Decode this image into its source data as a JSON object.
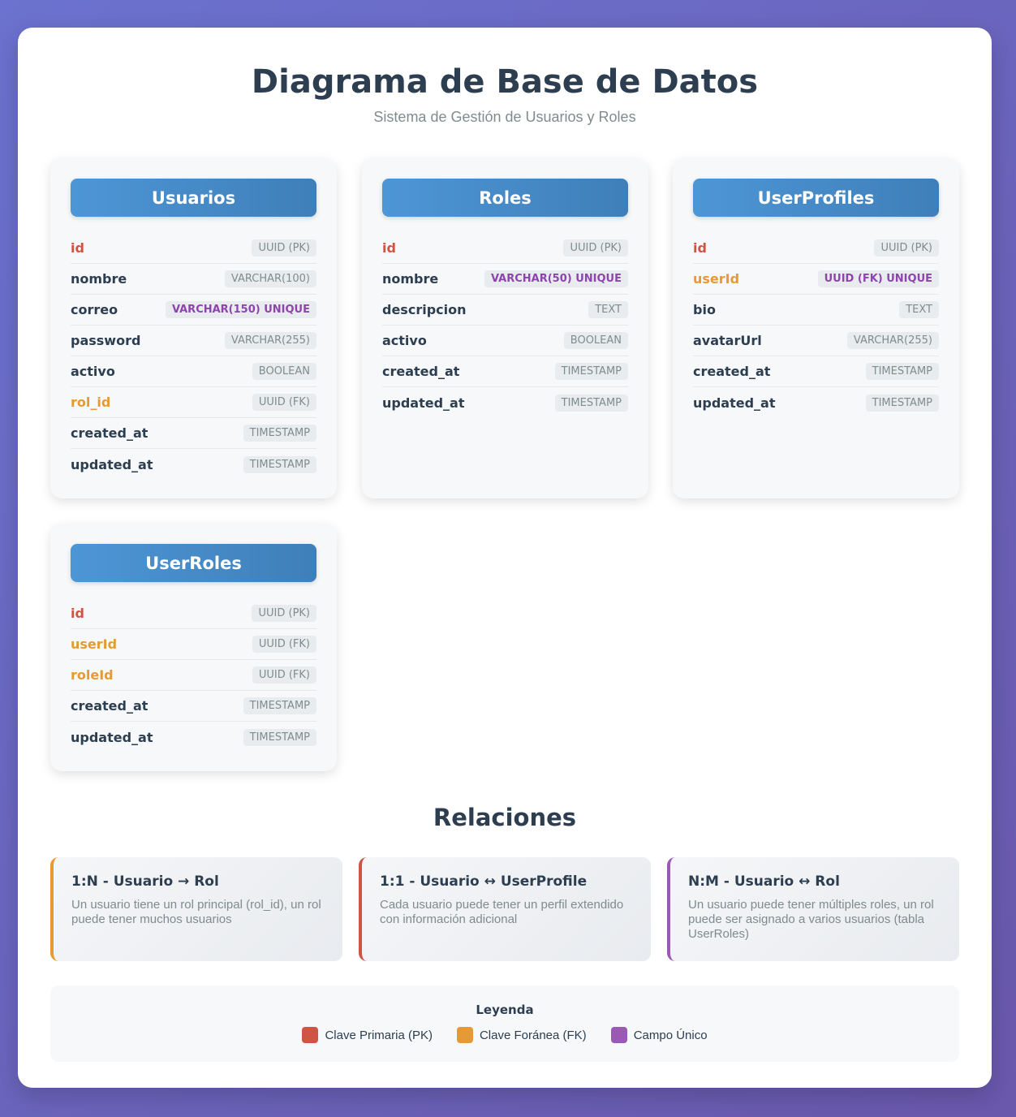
{
  "header": {
    "title": "Diagrama de Base de Datos",
    "subtitle": "Sistema de Gestión de Usuarios y Roles"
  },
  "tables": [
    {
      "name": "Usuarios",
      "fields": [
        {
          "name": "id",
          "type": "UUID (PK)",
          "kind": "pk"
        },
        {
          "name": "nombre",
          "type": "VARCHAR(100)",
          "kind": ""
        },
        {
          "name": "correo",
          "type": "VARCHAR(150) UNIQUE",
          "kind": "",
          "unique": true
        },
        {
          "name": "password",
          "type": "VARCHAR(255)",
          "kind": ""
        },
        {
          "name": "activo",
          "type": "BOOLEAN",
          "kind": ""
        },
        {
          "name": "rol_id",
          "type": "UUID (FK)",
          "kind": "fk"
        },
        {
          "name": "created_at",
          "type": "TIMESTAMP",
          "kind": ""
        },
        {
          "name": "updated_at",
          "type": "TIMESTAMP",
          "kind": ""
        }
      ]
    },
    {
      "name": "Roles",
      "fields": [
        {
          "name": "id",
          "type": "UUID (PK)",
          "kind": "pk"
        },
        {
          "name": "nombre",
          "type": "VARCHAR(50) UNIQUE",
          "kind": "",
          "unique": true
        },
        {
          "name": "descripcion",
          "type": "TEXT",
          "kind": ""
        },
        {
          "name": "activo",
          "type": "BOOLEAN",
          "kind": ""
        },
        {
          "name": "created_at",
          "type": "TIMESTAMP",
          "kind": ""
        },
        {
          "name": "updated_at",
          "type": "TIMESTAMP",
          "kind": ""
        }
      ]
    },
    {
      "name": "UserProfiles",
      "fields": [
        {
          "name": "id",
          "type": "UUID (PK)",
          "kind": "pk"
        },
        {
          "name": "userId",
          "type": "UUID (FK) UNIQUE",
          "kind": "fk",
          "unique": true
        },
        {
          "name": "bio",
          "type": "TEXT",
          "kind": ""
        },
        {
          "name": "avatarUrl",
          "type": "VARCHAR(255)",
          "kind": ""
        },
        {
          "name": "created_at",
          "type": "TIMESTAMP",
          "kind": ""
        },
        {
          "name": "updated_at",
          "type": "TIMESTAMP",
          "kind": ""
        }
      ]
    },
    {
      "name": "UserRoles",
      "fields": [
        {
          "name": "id",
          "type": "UUID (PK)",
          "kind": "pk"
        },
        {
          "name": "userId",
          "type": "UUID (FK)",
          "kind": "fk"
        },
        {
          "name": "roleId",
          "type": "UUID (FK)",
          "kind": "fk"
        },
        {
          "name": "created_at",
          "type": "TIMESTAMP",
          "kind": ""
        },
        {
          "name": "updated_at",
          "type": "TIMESTAMP",
          "kind": ""
        }
      ]
    }
  ],
  "relations": {
    "title": "Relaciones",
    "items": [
      {
        "title": "1:N - Usuario → Rol",
        "text": "Un usuario tiene un rol principal (rol_id), un rol puede tener muchos usuarios",
        "color": "#e59a35"
      },
      {
        "title": "1:1 - Usuario ↔ UserProfile",
        "text": "Cada usuario puede tener un perfil extendido con información adicional",
        "color": "#d05444"
      },
      {
        "title": "N:M - Usuario ↔ Rol",
        "text": "Un usuario puede tener múltiples roles, un rol puede ser asignado a varios usuarios (tabla UserRoles)",
        "color": "#9b59b6"
      }
    ]
  },
  "legend": {
    "title": "Leyenda",
    "items": [
      {
        "label": "Clave Primaria (PK)",
        "color": "#d05444"
      },
      {
        "label": "Clave Foránea (FK)",
        "color": "#e59a35"
      },
      {
        "label": "Campo Único",
        "color": "#9b59b6"
      }
    ]
  }
}
